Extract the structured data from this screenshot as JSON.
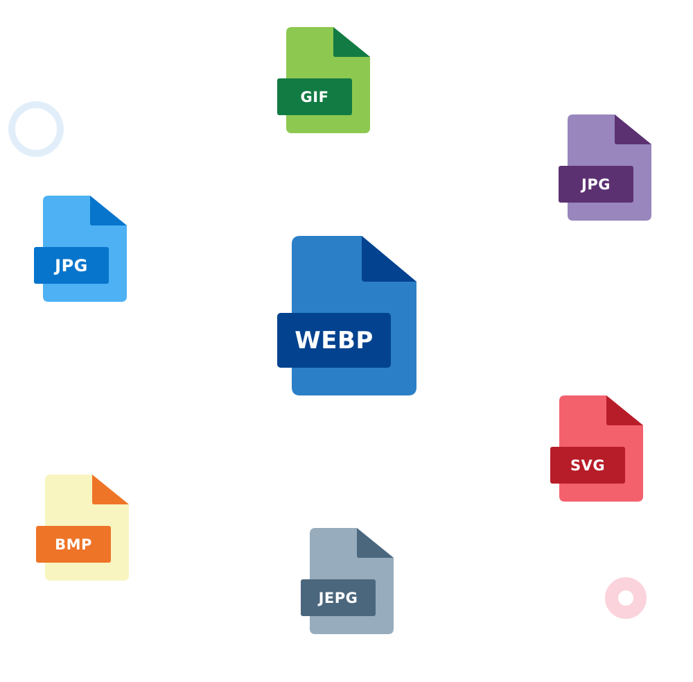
{
  "files": [
    {
      "id": "gif",
      "label": "GIF",
      "body_color": "#8dc850",
      "accent_color": "#127b43"
    },
    {
      "id": "jpg2",
      "label": "JPG",
      "body_color": "#9886bd",
      "accent_color": "#5c3171"
    },
    {
      "id": "jpg1",
      "label": "JPG",
      "body_color": "#4db1f4",
      "accent_color": "#0875cc"
    },
    {
      "id": "webp",
      "label": "WEBP",
      "body_color": "#2b7fc6",
      "accent_color": "#02428f"
    },
    {
      "id": "svg",
      "label": "SVG",
      "body_color": "#f3616d",
      "accent_color": "#b71d28"
    },
    {
      "id": "bmp",
      "label": "BMP",
      "body_color": "#f8f5c0",
      "accent_color": "#ee7428"
    },
    {
      "id": "jepg",
      "label": "JEPG",
      "body_color": "#97acbc",
      "accent_color": "#4b677e"
    }
  ],
  "decorations": {
    "ring_blue_color": "#e1eefa",
    "ring_pink_color": "#fbd3dc"
  }
}
